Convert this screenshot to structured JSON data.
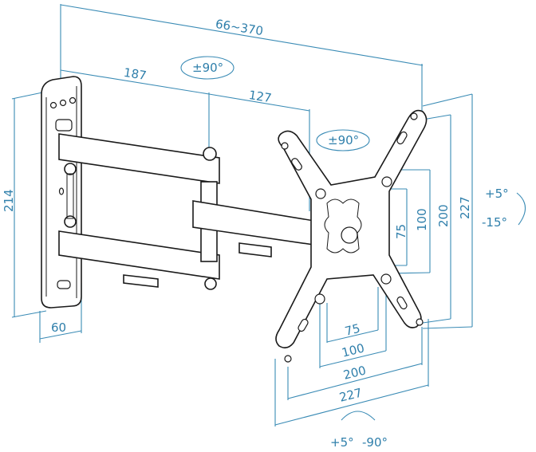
{
  "diagram": {
    "subject": "Full-motion TV wall mount bracket dimensions",
    "line_color": "#3a8bb5",
    "text_color": "#2f7fab",
    "dimensions": {
      "extension": "66~370",
      "arm_1": "187",
      "arm_2": "127",
      "wall_plate_height": "214",
      "wall_plate_depth": "60",
      "vesa_vertical": [
        "75",
        "100",
        "200",
        "227"
      ],
      "vesa_horizontal": [
        "75",
        "100",
        "200",
        "227"
      ]
    },
    "rotations": {
      "arm_swivel": "±90°",
      "head_swivel": "±90°",
      "tilt_up": "+5°",
      "tilt_down": "-15°",
      "rotate_plus": "+5°",
      "rotate_minus": "-90°"
    }
  }
}
